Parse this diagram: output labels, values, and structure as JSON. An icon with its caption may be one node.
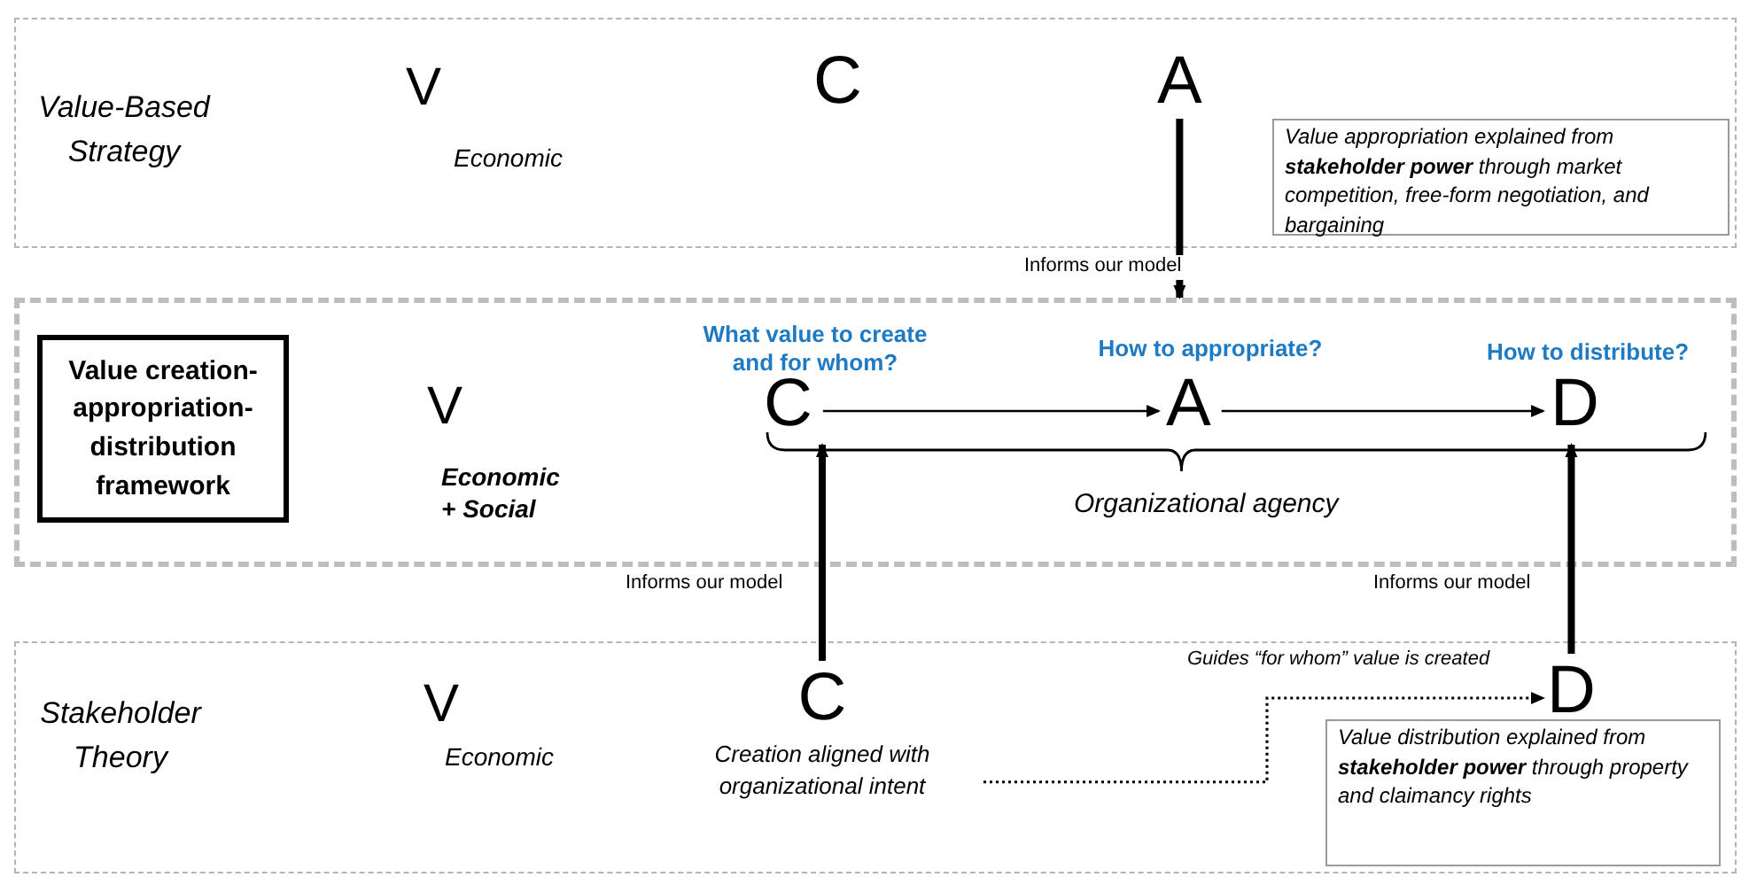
{
  "diagram": {
    "nodes": [
      {
        "text": [
          "Value-Based Strategy"
        ]
      },
      {
        "text": [
          "V"
        ],
        "in": 0,
        "beside": [
          "Economic"
        ]
      },
      {
        "text": [
          "C"
        ],
        "in": 0
      },
      {
        "text": [
          "A"
        ],
        "in": 0
      },
      {
        "text": [
          "Value appropriation explained from **stakeholder power** through market competition, free-form negotiation, and bargaining"
        ],
        "in": 0
      },
      {
        "text": [],
        "shape": "box"
      },
      {
        "text": [
          "Value creation-appropriation-distribution framework"
        ],
        "in": 5
      },
      {
        "text": [
          "V"
        ],
        "in": 5,
        "beside": [
          "Economic + Social"
        ]
      },
      {
        "text": [
          "C"
        ],
        "in": 5,
        "beside": [
          "What value to create and for whom?"
        ]
      },
      {
        "text": [
          "A"
        ],
        "in": 5,
        "beside": [
          "How to appropriate?"
        ]
      },
      {
        "text": [
          "D"
        ],
        "in": 5,
        "beside": [
          "How to distribute?"
        ]
      },
      {
        "text": [
          "Stakeholder Theory"
        ]
      },
      {
        "text": [
          "V"
        ],
        "in": 11,
        "beside": [
          "Economic"
        ]
      },
      {
        "text": [
          "C",
          "Creation aligned with organizational intent"
        ],
        "in": 11
      },
      {
        "text": [
          "D"
        ],
        "in": 11
      },
      {
        "text": [
          "Value distribution explained from **stakeholder power** through property and claimancy rights"
        ],
        "in": 11
      }
    ],
    "edges": [
      {
        "from": 3,
        "to": 5,
        "arrow": "to",
        "label": "Informs our model",
        "style": "thick"
      },
      {
        "from": 8,
        "to": 9,
        "arrow": "to"
      },
      {
        "from": 9,
        "to": 10,
        "arrow": "to"
      },
      {
        "from": 13,
        "to": 8,
        "arrow": "to",
        "label": "Informs our model",
        "style": "thick"
      },
      {
        "from": 14,
        "to": 10,
        "arrow": "to",
        "label": "Informs our model",
        "style": "thick"
      },
      {
        "from": 13,
        "to": 14,
        "arrow": "to",
        "label": "Guides “for whom” value is created",
        "style": "dashed"
      }
    ],
    "labels": [
      "Organizational agency"
    ]
  }
}
